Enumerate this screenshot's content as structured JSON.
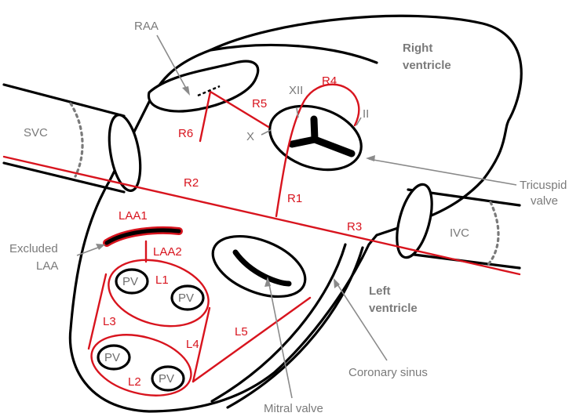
{
  "labels": {
    "raa": "RAA",
    "right_ventricle_1": "Right",
    "right_ventricle_2": "ventricle",
    "svc": "SVC",
    "ivc": "IVC",
    "xii": "XII",
    "ii": "II",
    "x": "X",
    "tricuspid_1": "Tricuspid",
    "tricuspid_2": "valve",
    "excluded_1": "Excluded",
    "excluded_2": "LAA",
    "left_ventricle_1": "Left",
    "left_ventricle_2": "ventricle",
    "coronary_sinus": "Coronary sinus",
    "mitral_valve": "Mitral valve",
    "pv1": "PV",
    "pv2": "PV",
    "pv3": "PV",
    "pv4": "PV"
  },
  "lesions": {
    "r1": "R1",
    "r2": "R2",
    "r3": "R3",
    "r4": "R4",
    "r5": "R5",
    "r6": "R6",
    "laa1": "LAA1",
    "laa2": "LAA2",
    "l1": "L1",
    "l2": "L2",
    "l3": "L3",
    "l4": "L4",
    "l5": "L5"
  },
  "colors": {
    "lesion": "#d8141e",
    "outline": "#000000",
    "label": "#7a7a7a"
  }
}
